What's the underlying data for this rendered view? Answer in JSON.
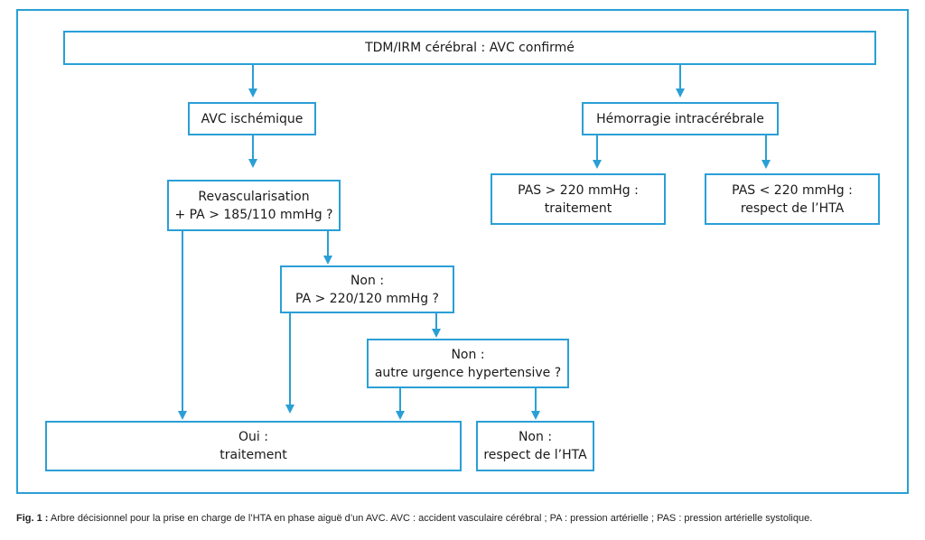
{
  "colors": {
    "stroke": "#2a9fd6"
  },
  "nodes": {
    "top": {
      "lines": [
        "TDM/IRM cérébral : AVC confirmé"
      ]
    },
    "avc_isch": {
      "lines": [
        "AVC ischémique"
      ]
    },
    "hemorragie": {
      "lines": [
        "Hémorragie intracérébrale"
      ]
    },
    "pas_gt": {
      "lines": [
        "PAS > 220 mmHg :",
        "traitement"
      ]
    },
    "pas_lt": {
      "lines": [
        "PAS < 220 mmHg :",
        "respect de l’HTA"
      ]
    },
    "revasc": {
      "lines": [
        "Revascularisation",
        "+ PA > 185/110 mmHg ?"
      ]
    },
    "non1": {
      "lines": [
        "Non :",
        "PA > 220/120 mmHg ?"
      ]
    },
    "non2": {
      "lines": [
        "Non :",
        "autre urgence hypertensive ?"
      ]
    },
    "oui": {
      "lines": [
        "Oui :",
        "traitement"
      ]
    },
    "non_respect": {
      "lines": [
        "Non :",
        "respect de l’HTA"
      ]
    }
  },
  "caption": {
    "label": "Fig. 1 :",
    "text": "Arbre décisionnel pour la prise en charge de l’HTA en phase aiguë d’un AVC. AVC : accident vasculaire cérébral ; PA : pression artérielle ; PAS : pression artérielle systolique."
  }
}
